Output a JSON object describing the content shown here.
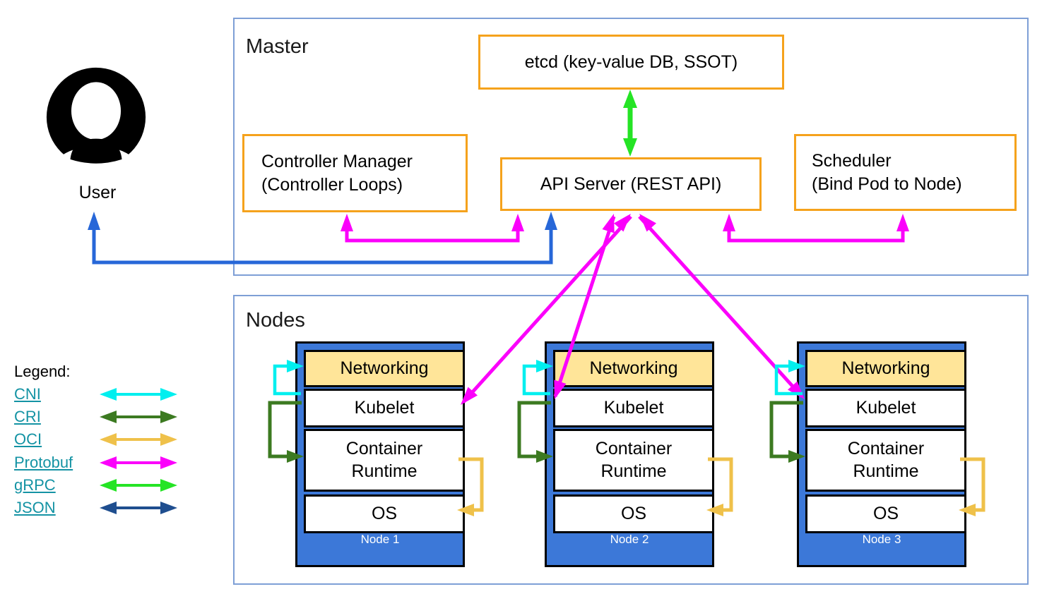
{
  "palette": {
    "magenta": "#FB00FB",
    "cyan": "#00EFEF",
    "grpc_green": "#25E425",
    "cri_green": "#3C7A21",
    "oci_gold": "#EFC14A",
    "json_navy": "#1F4E8F",
    "user_api_blue": "#2767D8",
    "node_blue": "#3C78D8",
    "networking_tan": "#FFE599",
    "box_orange": "#F5A21C",
    "frame_blue": "#7E9FD6",
    "link_teal": "#1493A4"
  },
  "user": {
    "label": "User"
  },
  "master": {
    "title": "Master",
    "etcd_label": "etcd (key-value DB, SSOT)",
    "controller_manager_label": "Controller Manager\n(Controller Loops)",
    "api_server_label": "API Server (REST API)",
    "scheduler_label": "Scheduler\n(Bind Pod to Node)"
  },
  "nodes_section": {
    "title": "Nodes",
    "nodes": [
      {
        "name": "Node 1",
        "layers": {
          "networking": "Networking",
          "kubelet": "Kubelet",
          "runtime": "Container\nRuntime",
          "os": "OS"
        }
      },
      {
        "name": "Node 2",
        "layers": {
          "networking": "Networking",
          "kubelet": "Kubelet",
          "runtime": "Container\nRuntime",
          "os": "OS"
        }
      },
      {
        "name": "Node 3",
        "layers": {
          "networking": "Networking",
          "kubelet": "Kubelet",
          "runtime": "Container\nRuntime",
          "os": "OS"
        }
      }
    ]
  },
  "legend": {
    "title": "Legend:",
    "items": [
      {
        "label": "CNI",
        "color": "#00EFEF"
      },
      {
        "label": "CRI",
        "color": "#3C7A21"
      },
      {
        "label": "OCI",
        "color": "#EFC14A"
      },
      {
        "label": "Protobuf",
        "color": "#FB00FB"
      },
      {
        "label": "gRPC",
        "color": "#25E425"
      },
      {
        "label": "JSON",
        "color": "#1F4E8F"
      }
    ]
  }
}
